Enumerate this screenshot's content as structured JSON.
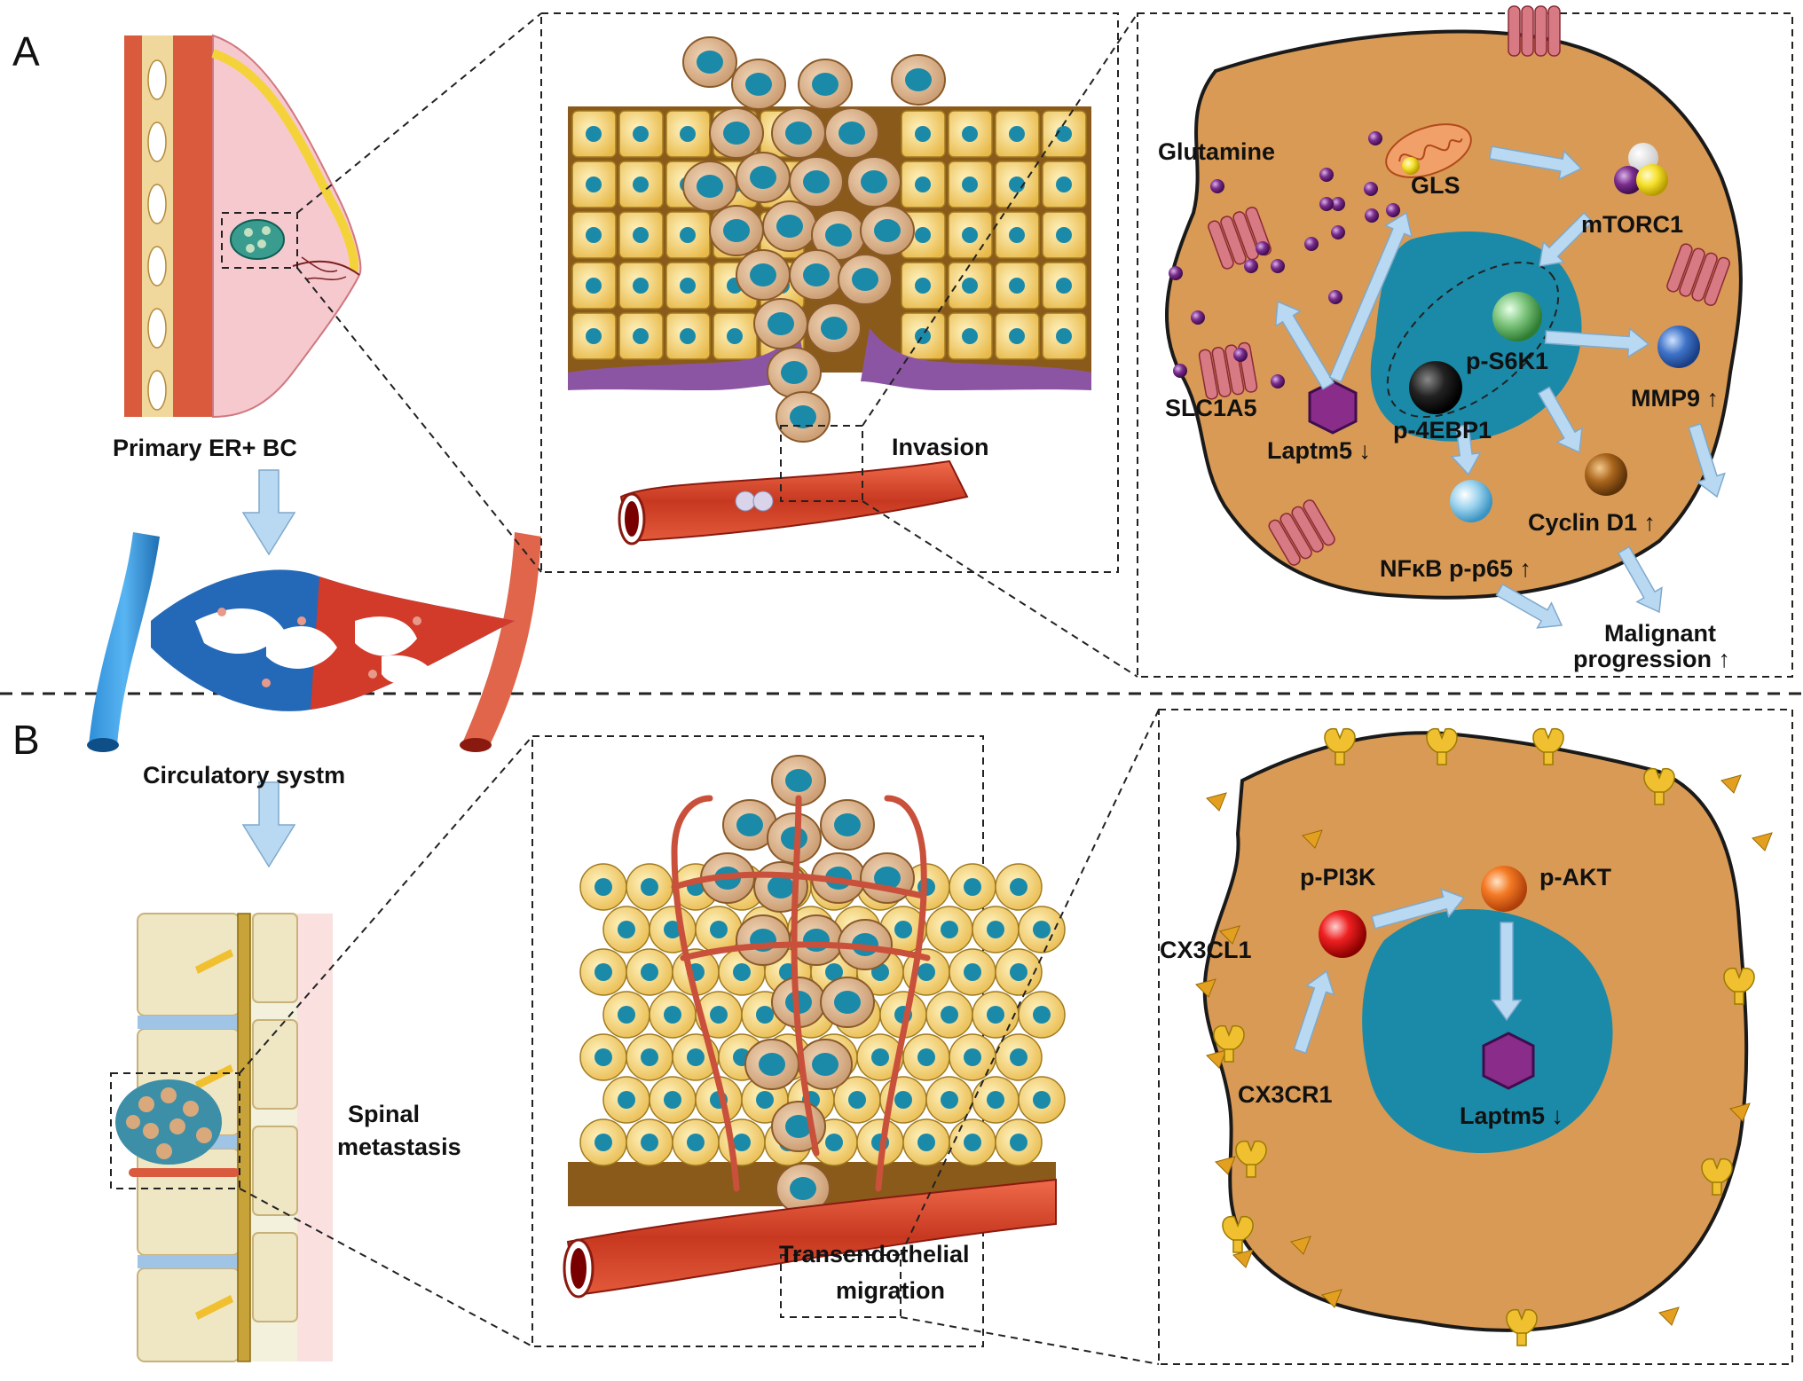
{
  "panels": {
    "a": {
      "letter": "A"
    },
    "b": {
      "letter": "B"
    }
  },
  "left_column": {
    "primary": "Primary ER+ BC",
    "circulatory": "Circulatory systm",
    "spinal_line1": "Spinal",
    "spinal_line2": "metastasis"
  },
  "middle": {
    "invasion": "Invasion",
    "transendo_line1": "Transendothelial",
    "transendo_line2": "migration"
  },
  "cell_a": {
    "glutamine": "Glutamine",
    "gls": "GLS",
    "mtorc1": "mTORC1",
    "slc1a5": "SLC1A5",
    "laptm5": "Laptm5 ↓",
    "ps6k1": "p-S6K1",
    "p4ebp1": "p-4EBP1",
    "mmp9": "MMP9 ↑",
    "cyclin": "Cyclin D1 ↑",
    "nfkb": "NFκB p-p65 ↑",
    "malig_line1": "Malignant",
    "malig_line2": "progression ↑"
  },
  "cell_b": {
    "ppi3k": "p-PI3K",
    "pakt": "p-AKT",
    "cx3cl1": "CX3CL1",
    "cx3cr1": "CX3CR1",
    "laptm5": "Laptm5 ↓"
  },
  "colors": {
    "cell_fill": "#d99a55",
    "nucleus_fill": "#1a8aa8",
    "ligand": "#e3a020",
    "receptor": "#f0c030",
    "transporter": "#d77a84",
    "arrow": "#b9d9f2",
    "glutamine_dot": "#6a1f7a"
  }
}
